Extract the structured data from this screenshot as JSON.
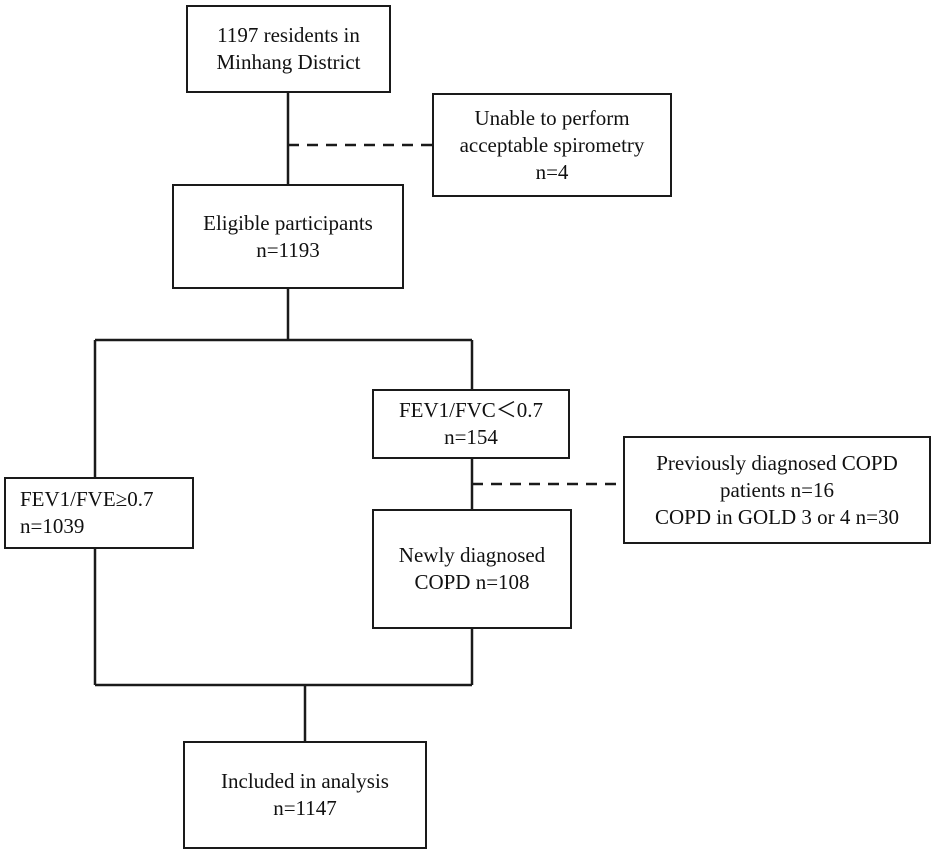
{
  "boxes": {
    "residents": {
      "line1": "1197 residents in",
      "line2": "Minhang District"
    },
    "excluded_spirometry": {
      "line1": "Unable to perform",
      "line2": "acceptable spirometry",
      "line3": "n=4"
    },
    "eligible": {
      "line1": "Eligible participants",
      "line2": "n=1193"
    },
    "fev_low": {
      "line1": "FEV1/FVC＜0.7",
      "line2": "n=154"
    },
    "fev_high": {
      "line1": "FEV1/FVE≥0.7",
      "line2": "n=1039"
    },
    "excluded_copd": {
      "line1": "Previously diagnosed COPD",
      "line2": "patients n=16",
      "line3": "COPD in GOLD 3 or 4 n=30"
    },
    "newly_diagnosed": {
      "line1": "Newly diagnosed",
      "line2": "COPD n=108"
    },
    "included": {
      "line1": "Included in analysis",
      "line2": "n=1147"
    }
  },
  "colors": {
    "line": "#1a1a1a",
    "box_border": "#1a1a1a",
    "background": "#ffffff"
  }
}
